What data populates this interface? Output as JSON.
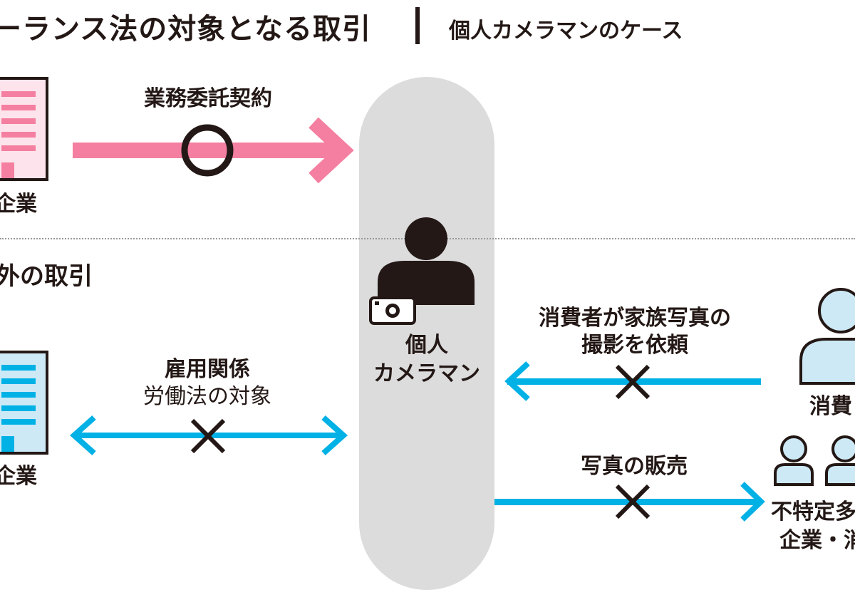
{
  "header": {
    "title": "ーランス法の対象となる取引",
    "subtitle": "個人カメラマンのケース"
  },
  "section2": {
    "title": "外の取引"
  },
  "company_top": {
    "label": "企業"
  },
  "company_bottom": {
    "label": "企業"
  },
  "contract": {
    "label": "業務委託契約",
    "mark": "circle",
    "color": "#f47fa0"
  },
  "employment": {
    "label": "雇用関係",
    "sublabel": "労働法の対象",
    "mark": "cross",
    "color": "#00b1e6"
  },
  "center": {
    "line1": "個人",
    "line2": "カメラマン"
  },
  "request": {
    "line1": "消費者が家族写真の",
    "line2": "撮影を依頼",
    "mark": "cross"
  },
  "consumer": {
    "label": "消費"
  },
  "sale": {
    "label": "写真の販売",
    "mark": "cross"
  },
  "public": {
    "line1": "不特定多",
    "line2": "企業・消"
  },
  "colors": {
    "pink": "#f47fa0",
    "blue": "#00b1e6",
    "dark": "#231815",
    "gray": "#dcdcdd",
    "light_pink": "#fde4ec",
    "light_blue": "#cde9f6"
  }
}
